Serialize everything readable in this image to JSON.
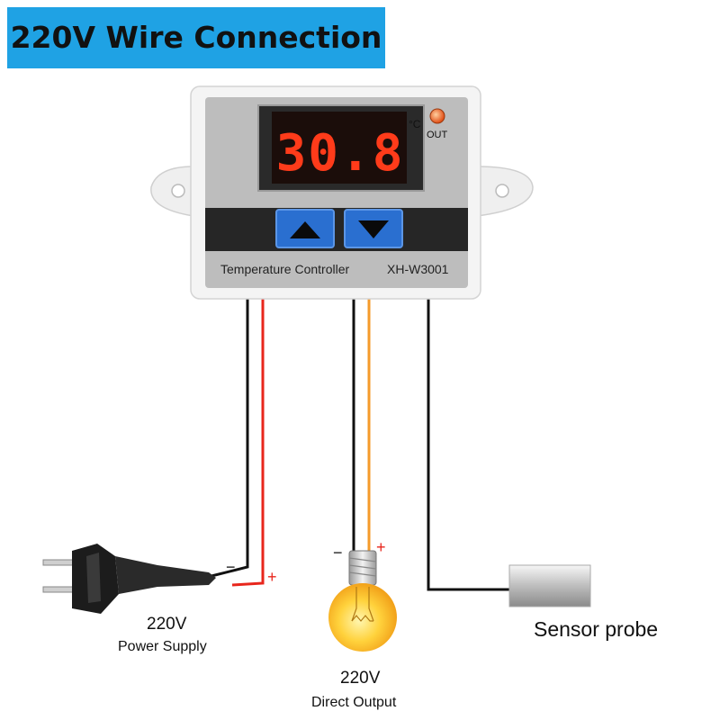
{
  "title": "220V Wire Connection",
  "controller": {
    "display_value": "30.8",
    "unit": "°C",
    "out_label": "OUT",
    "name_label": "Temperature Controller",
    "model_label": "XH-W3001"
  },
  "power": {
    "voltage": "220V",
    "label": "Power Supply",
    "minus": "−",
    "plus": "+"
  },
  "output": {
    "voltage": "220V",
    "label": "Direct Output",
    "minus": "−",
    "plus": "+"
  },
  "sensor": {
    "label": "Sensor probe"
  },
  "colors": {
    "title_bg": "#1fa2e4",
    "display_digits": "#ff3b1a",
    "up_down_buttons": "#2a6fd0",
    "wire_red": "#e8261c",
    "wire_orange": "#f59a2a",
    "wire_black": "#111111",
    "bulb": "#ffd23c"
  },
  "icons": [
    "up-arrow-icon",
    "down-arrow-icon",
    "plug-icon",
    "light-bulb-icon",
    "sensor-probe-icon",
    "indicator-led-icon"
  ]
}
